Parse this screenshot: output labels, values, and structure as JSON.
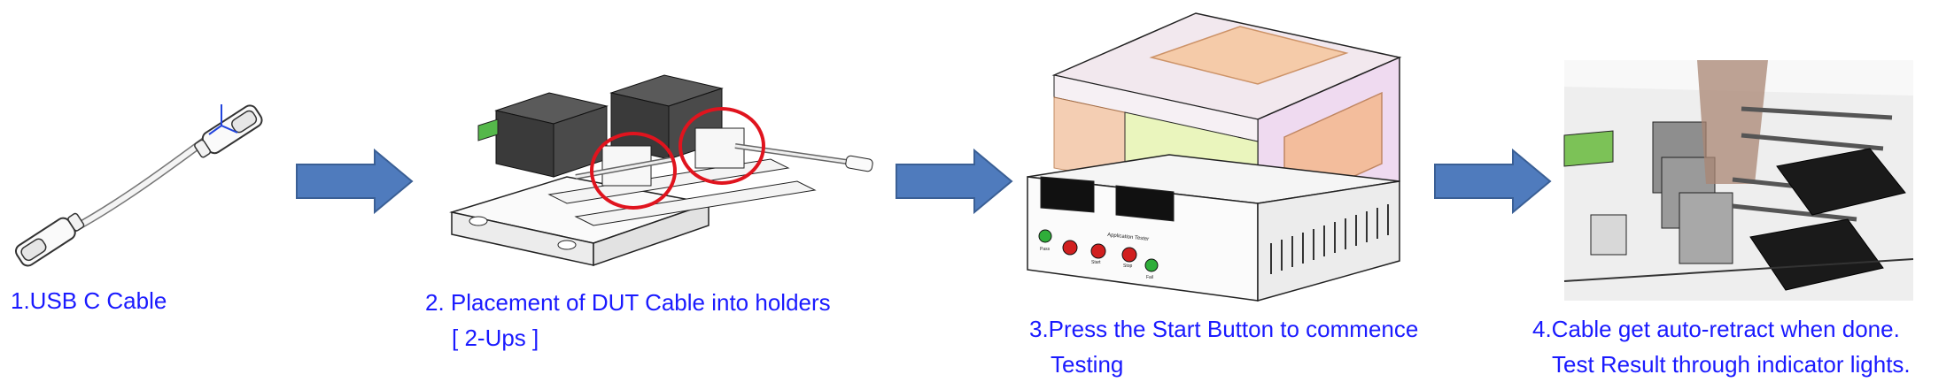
{
  "steps": [
    {
      "caption_line1": "1.USB C Cable",
      "caption_line2": "",
      "icon": "usb-c-cable-illustration"
    },
    {
      "caption_line1": "2. Placement of DUT Cable into holders",
      "caption_line2": "[ 2-Ups ]",
      "icon": "fixture-holders-illustration"
    },
    {
      "caption_line1": "3.Press the Start Button to commence",
      "caption_line2": "Testing",
      "icon": "tester-machine-illustration"
    },
    {
      "caption_line1": "4.Cable get auto-retract when done.",
      "caption_line2": "Test Result through indicator lights.",
      "icon": "retract-closeup-illustration"
    }
  ],
  "arrow_icon": "right-arrow-icon",
  "colors": {
    "caption": "#1a1aff",
    "arrow_fill": "#4f7bbd",
    "arrow_stroke": "#3a5f95",
    "highlight_circle": "#e0141e"
  },
  "machine_labels": {
    "panel_title": "Application Tester",
    "button_start": "Start",
    "button_stop": "Stop",
    "button_pass": "Pass",
    "button_fail": "Fail"
  }
}
